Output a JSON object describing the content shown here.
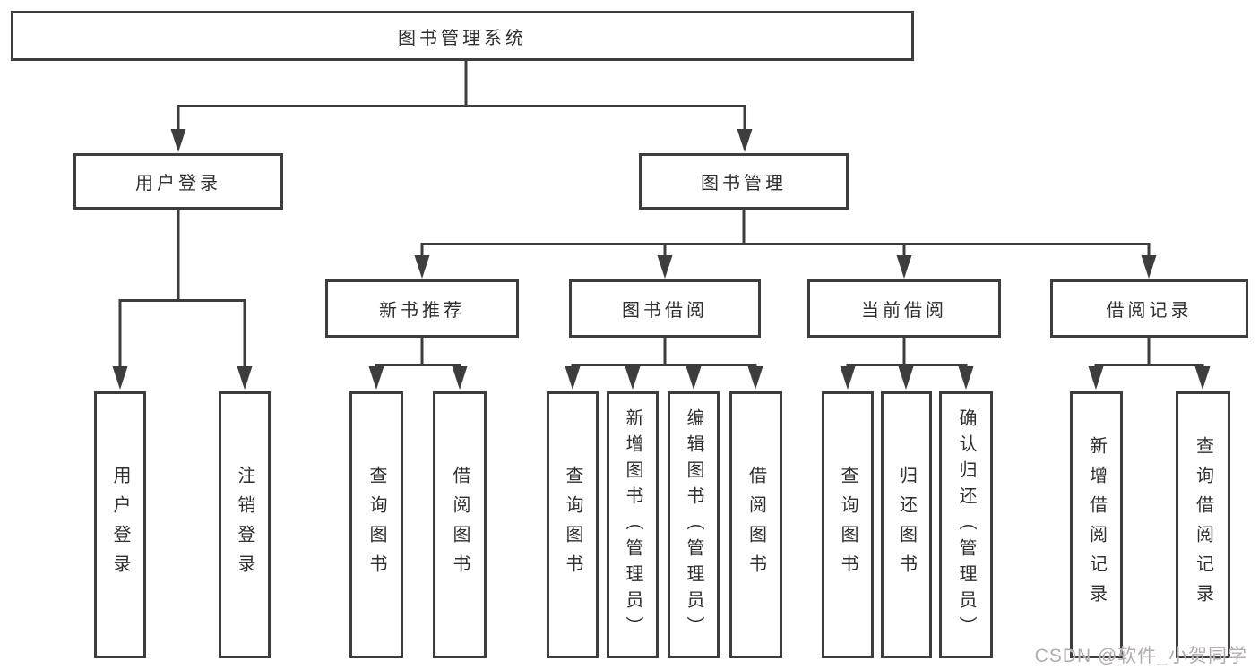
{
  "diagram": {
    "root": "图书管理系统",
    "login": {
      "label": "用户登录",
      "children": [
        "用户登录",
        "注销登录"
      ]
    },
    "manage": {
      "label": "图书管理",
      "groups": [
        {
          "label": "新书推荐",
          "children": [
            "查询图书",
            "借阅图书"
          ]
        },
        {
          "label": "图书借阅",
          "children": [
            "查询图书",
            "新增图书（管理员）",
            "编辑图书（管理员）",
            "借阅图书"
          ]
        },
        {
          "label": "当前借阅",
          "children": [
            "查询图书",
            "归还图书",
            "确认归还（管理员）"
          ]
        },
        {
          "label": "借阅记录",
          "children": [
            "新增借阅记录",
            "查询借阅记录"
          ]
        }
      ]
    }
  },
  "watermark": "CSDN @软件_小贺同学",
  "colors": {
    "line": "#3d3d3d",
    "text": "#2f2f2f",
    "watermark": "#b3adad",
    "background": "#ffffff"
  }
}
